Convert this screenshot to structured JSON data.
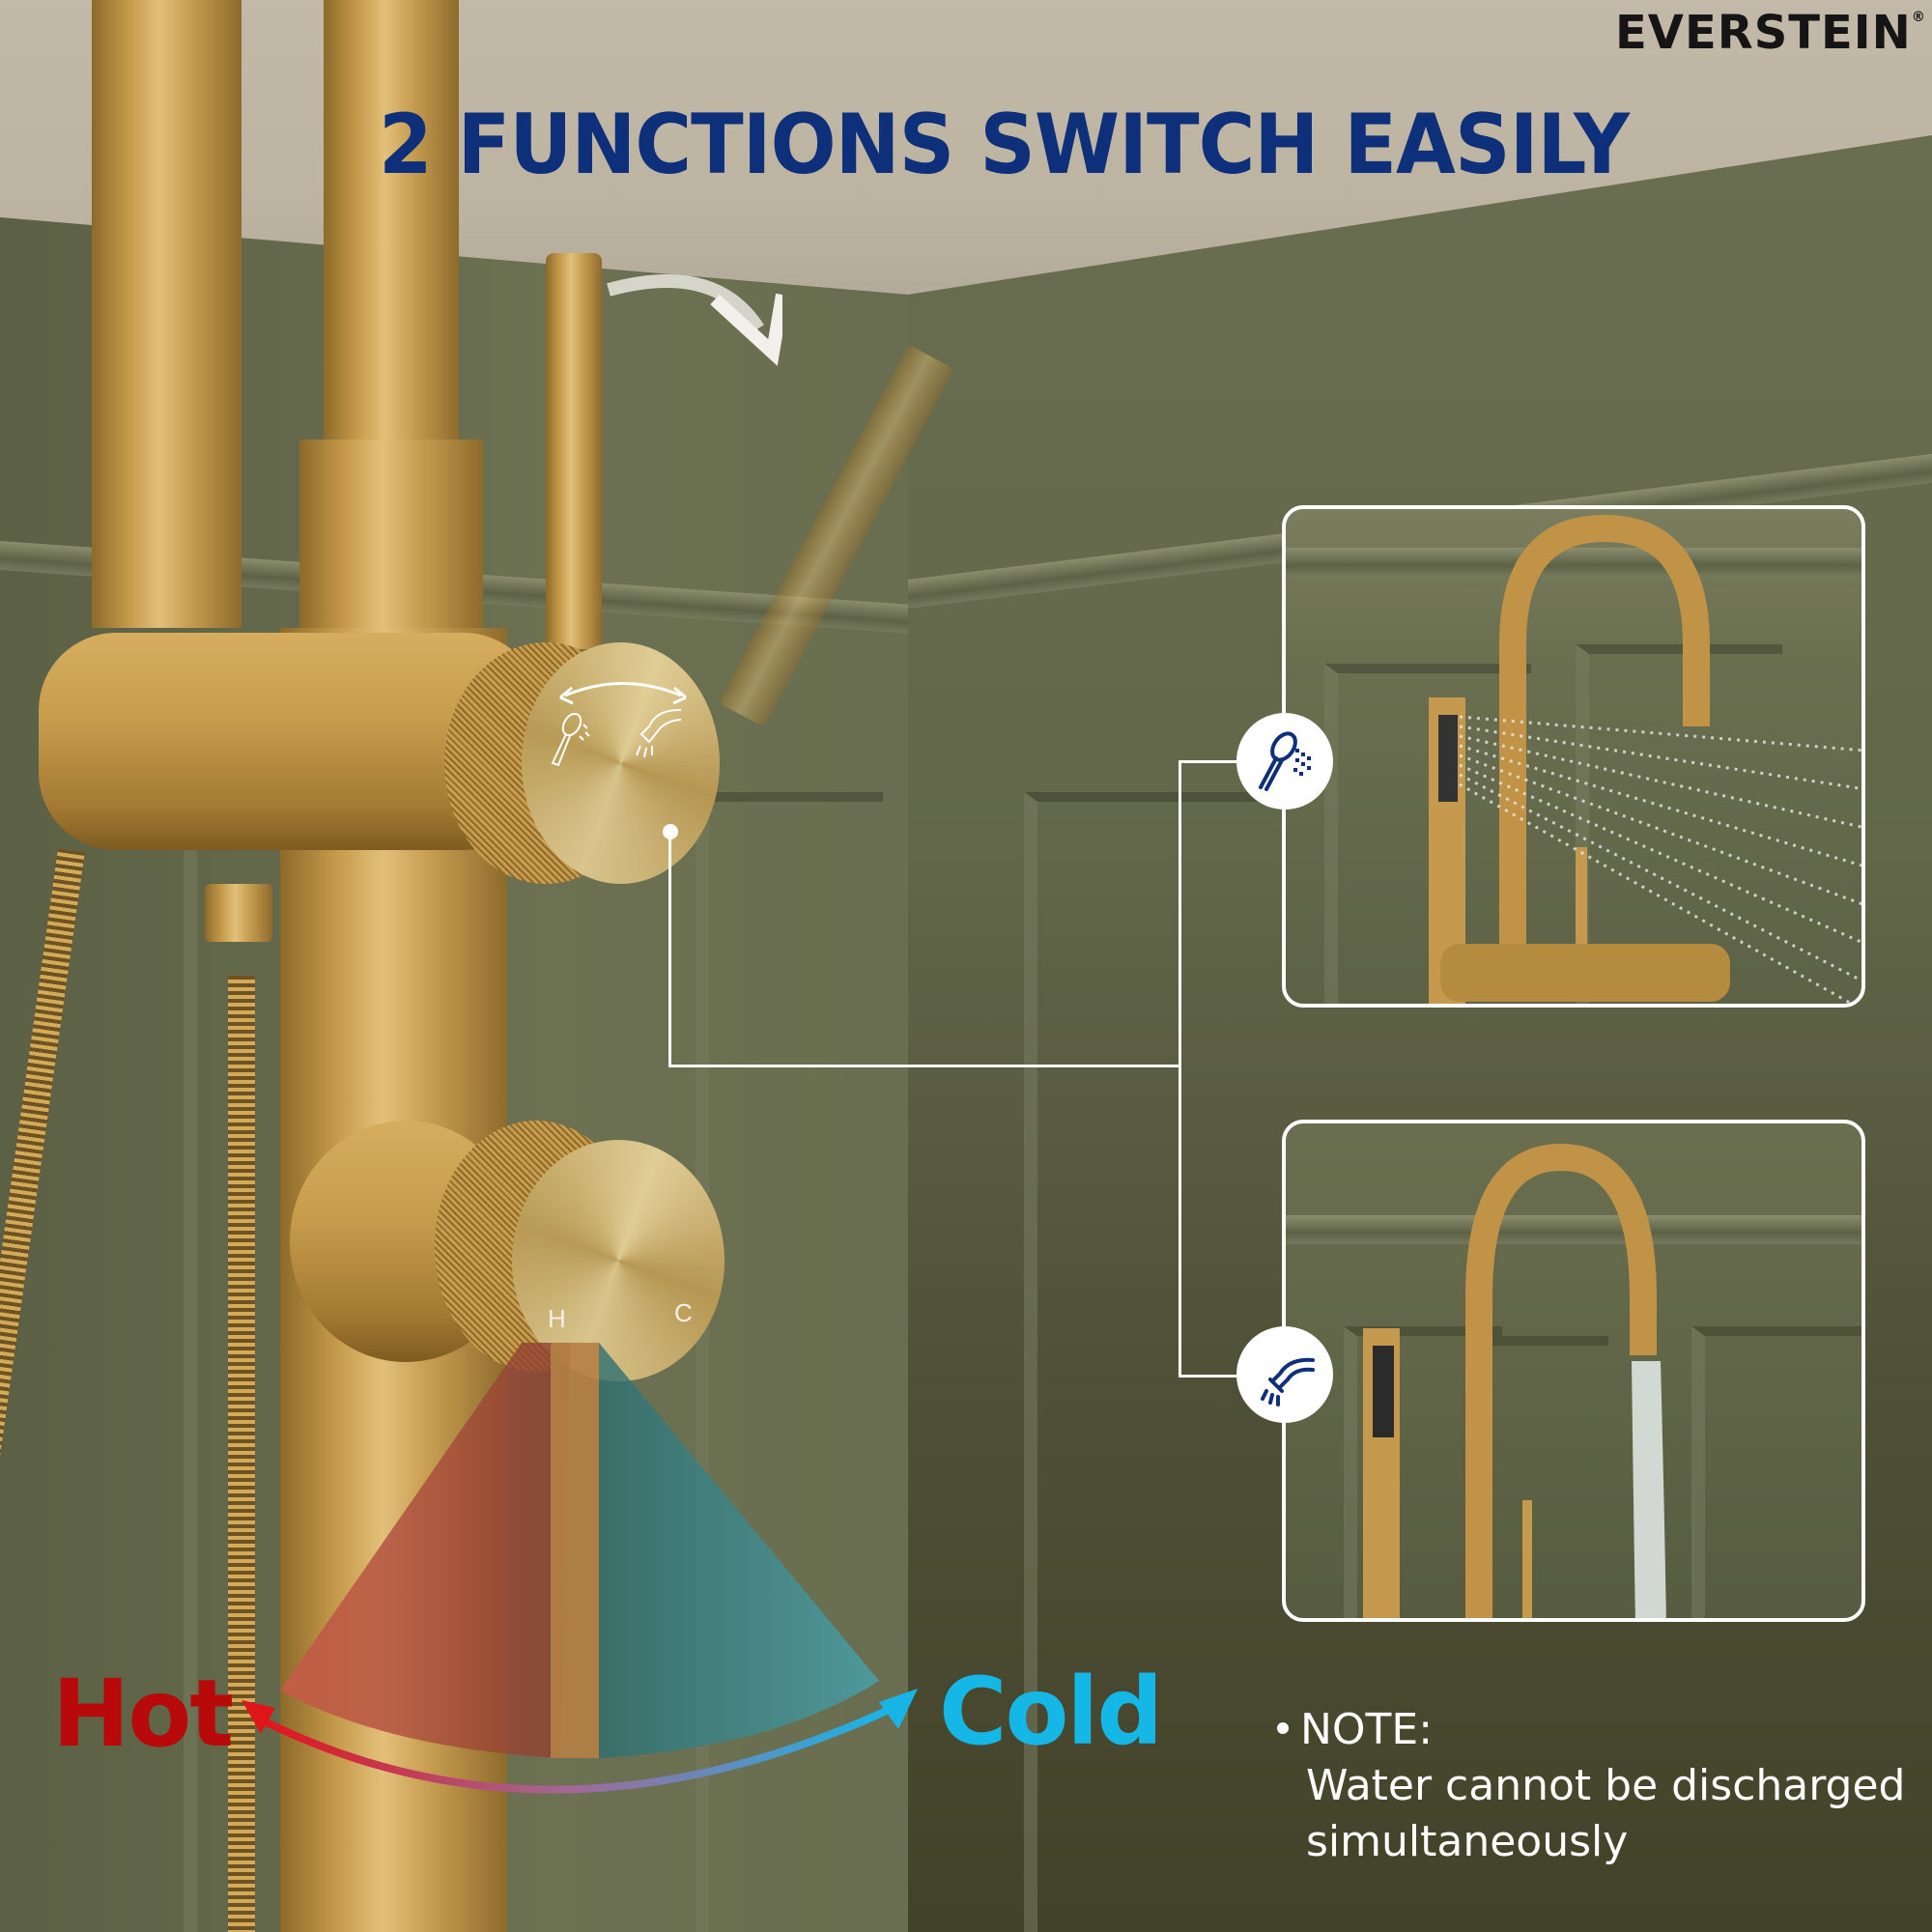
{
  "brand": {
    "logo_text": "EVERSTEIN",
    "registered_mark": "®"
  },
  "headline": "2 FUNCTIONS SWITCH EASILY",
  "colors": {
    "headline": "#0e2f7a",
    "hot": "#b80a0a",
    "cold": "#15b7e6",
    "icon_blue": "#0e2f7a",
    "wall_green": "#62674a",
    "brass": "#c89e52"
  },
  "diverter_knob": {
    "icons": [
      "hand-shower-icon",
      "tub-spout-icon"
    ],
    "indicator": "double-arrow"
  },
  "mixing_knob": {
    "hot_letter": "H",
    "cold_letter": "C"
  },
  "modes": [
    {
      "name": "hand-shower",
      "icon": "hand-shower-icon",
      "description": "Hand shower spray"
    },
    {
      "name": "tub-filler",
      "icon": "tub-spout-icon",
      "description": "Tub spout water flow"
    }
  ],
  "temperature": {
    "hot_label": "Hot",
    "cold_label": "Cold"
  },
  "note": {
    "title": "NOTE:",
    "line1": "Water cannot be discharged",
    "line2": "simultaneously"
  }
}
